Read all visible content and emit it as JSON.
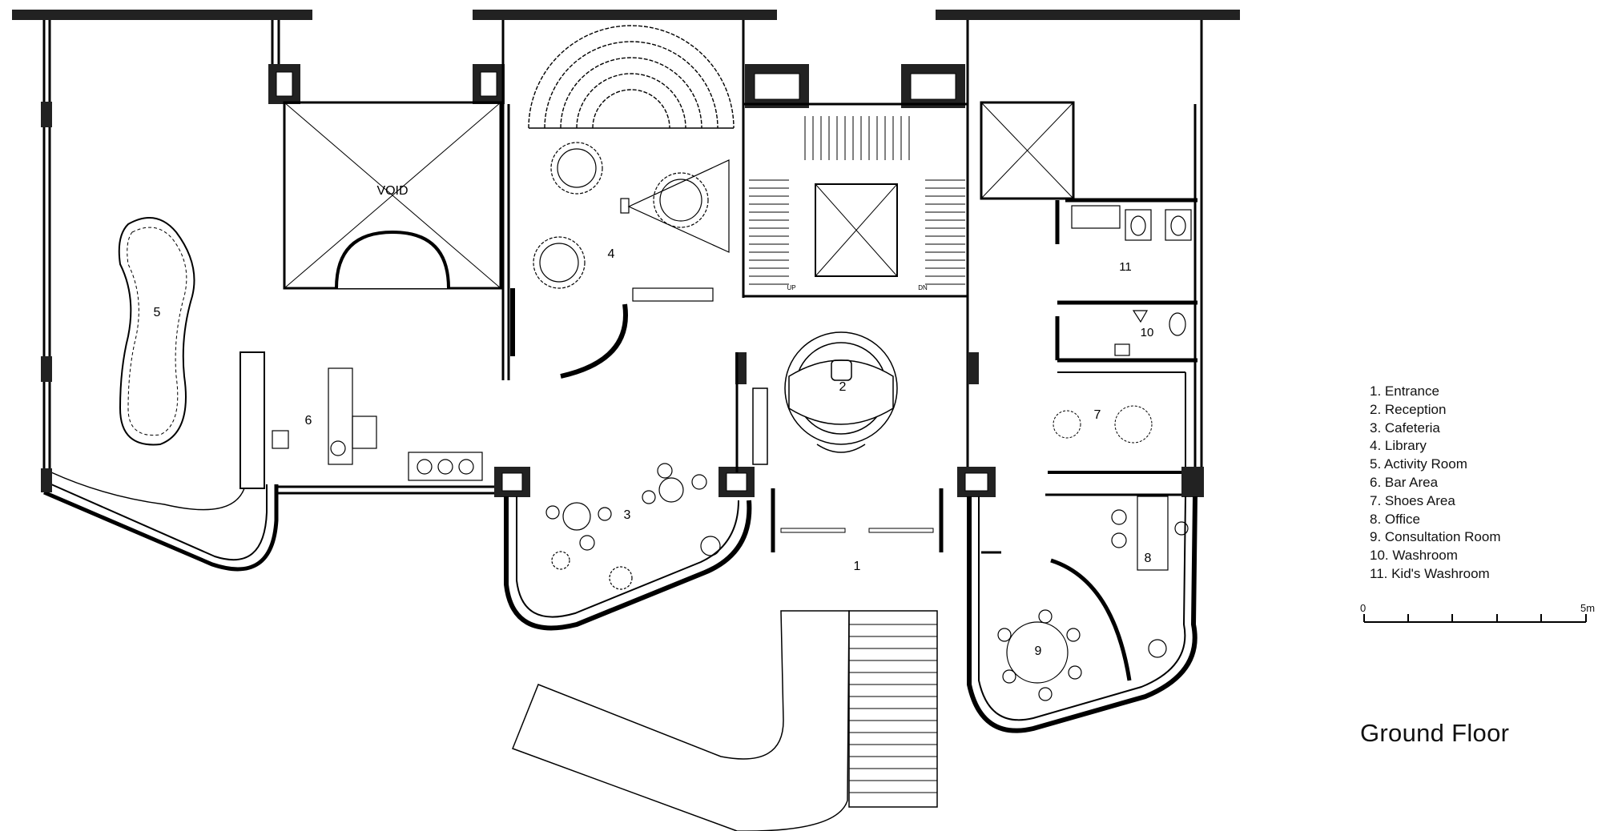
{
  "plan": {
    "room_labels": {
      "entrance": "1",
      "reception": "2",
      "cafeteria": "3",
      "library": "4",
      "activity_room": "5",
      "bar_area": "6",
      "shoes_area": "7",
      "office": "8",
      "consultation_room": "9",
      "washroom": "10",
      "kids_washroom": "11",
      "void": "VOID"
    },
    "stair_labels": {
      "up": "UP",
      "down": "DN"
    }
  },
  "legend": {
    "items": [
      "1. Entrance",
      "2. Reception",
      "3. Cafeteria",
      "4. Library",
      "5. Activity Room",
      "6. Bar Area",
      "7. Shoes Area",
      "8. Office",
      "9. Consultation Room",
      "10. Washroom",
      "11. Kid's Washroom"
    ]
  },
  "scale_bar": {
    "start_label": "0",
    "end_label": "5m"
  },
  "sheet_title": "Ground Floor"
}
